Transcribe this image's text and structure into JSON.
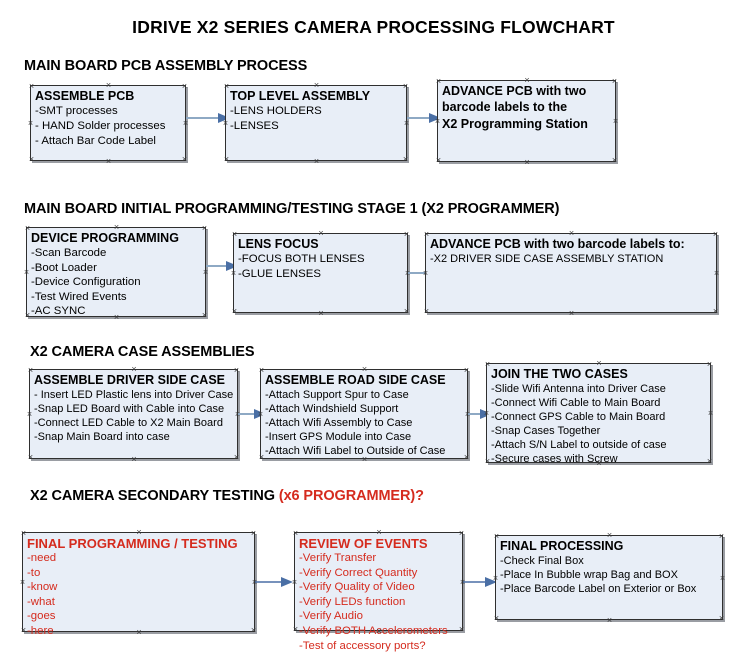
{
  "title": "IDRIVE X2  SERIES CAMERA PROCESSING FLOWCHART",
  "colors": {
    "box_fill": "#e8eef7",
    "box_border": "#2f2f2f",
    "shadow": "#787c84",
    "arrow_line": "#8ea9c4",
    "arrow_head": "#4a6fa5",
    "text": "#000000",
    "accent_red": "#d52b1e"
  },
  "sections": [
    {
      "heading": "MAIN BOARD PCB ASSEMBLY PROCESS",
      "heading_accent": "",
      "boxes": [
        {
          "title": "ASSEMBLE PCB",
          "lines": [
            "-SMT processes",
            "- HAND Solder processes",
            "- Attach Bar Code Label"
          ]
        },
        {
          "title": "TOP LEVEL ASSEMBLY",
          "lines": [
            "-LENS HOLDERS",
            "-LENSES"
          ]
        },
        {
          "title": "ADVANCE PCB with two",
          "lines": [
            "barcode labels to the",
            " X2 Programming Station"
          ]
        }
      ]
    },
    {
      "heading": "MAIN BOARD INITIAL PROGRAMMING/TESTING STAGE 1 (X2 PROGRAMMER)",
      "heading_accent": "",
      "boxes": [
        {
          "title": "DEVICE PROGRAMMING",
          "lines": [
            "-Scan Barcode",
            "-Boot Loader",
            "-Device Configuration",
            "-Test Wired Events",
            "-AC SYNC"
          ]
        },
        {
          "title": "LENS FOCUS",
          "lines": [
            "-FOCUS BOTH LENSES",
            "-GLUE LENSES"
          ]
        },
        {
          "title": "ADVANCE PCB with two barcode labels to:",
          "lines": [
            "-X2 DRIVER  SIDE  CASE  ASSEMBLY STATION"
          ]
        }
      ]
    },
    {
      "heading": "X2 CAMERA CASE ASSEMBLIES",
      "heading_accent": "",
      "boxes": [
        {
          "title": "ASSEMBLE DRIVER SIDE CASE",
          "lines": [
            "- Insert LED Plastic lens into Driver Case",
            "-Snap LED Board with Cable into Case",
            "-Connect LED Cable to X2 Main Board",
            "-Snap Main Board into case"
          ]
        },
        {
          "title": "ASSEMBLE ROAD SIDE CASE",
          "lines": [
            "-Attach Support Spur to Case",
            "-Attach Windshield Support",
            "-Attach Wifi Assembly to Case",
            "-Insert GPS Module into Case",
            "-Attach Wifi Label to Outside of Case"
          ]
        },
        {
          "title": "JOIN THE TWO CASES",
          "lines": [
            "-Slide Wifi Antenna into Driver Case",
            "-Connect Wifi Cable to Main Board",
            "-Connect GPS Cable to Main Board",
            "-Snap Cases Together",
            "-Attach S/N Label to outside of case",
            "-Secure cases with Screw"
          ]
        }
      ]
    },
    {
      "heading": "X2 CAMERA SECONDARY TESTING ",
      "heading_accent": "(x6 PROGRAMMER)?",
      "boxes": [
        {
          "title": "FINAL PROGRAMMING / TESTING",
          "lines": [
            "-need",
            "-to",
            "-know",
            "-what",
            "-goes",
            "-here"
          ]
        },
        {
          "title": "REVIEW OF EVENTS",
          "lines": [
            "-Verify Transfer",
            "-Verify Correct Quantity",
            "-Verify Quality of Video",
            "-Verify LEDs function",
            "-Verify Audio",
            "-Verify BOTH Accelerometers",
            "-Test of accessory ports?"
          ]
        },
        {
          "title": "FINAL PROCESSING",
          "lines": [
            " -Check Final Box",
            "-Place In Bubble wrap Bag and BOX",
            "-Place Barcode Label on Exterior or Box"
          ]
        }
      ]
    }
  ]
}
